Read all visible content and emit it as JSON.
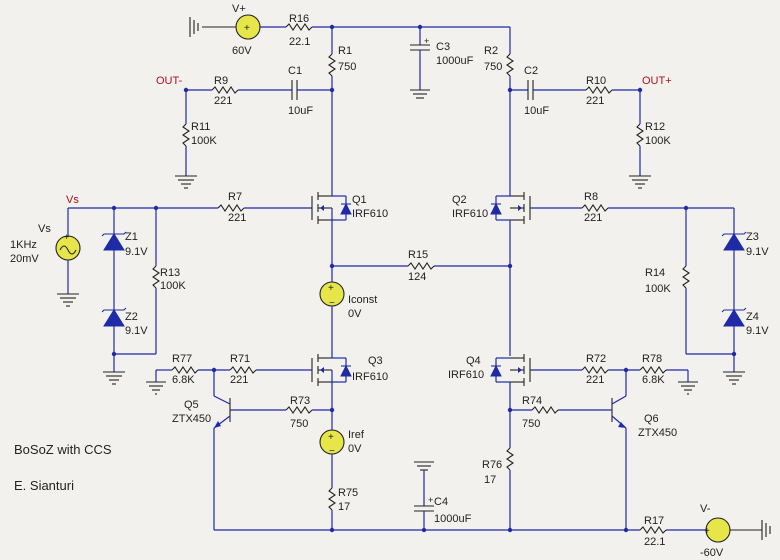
{
  "labels": {
    "vplus_name": "V+",
    "vplus_val": "60V",
    "vminus_name": "V-",
    "vminus_val": "-60V",
    "out_minus": "OUT-",
    "out_plus": "OUT+",
    "vs_net": "Vs",
    "vs_name": "Vs",
    "vs_freq": "1KHz",
    "vs_amp": "20mV",
    "r16_name": "R16",
    "r16_val": "22.1",
    "r1_name": "R1",
    "r1_val": "750",
    "r2_name": "R2",
    "r2_val": "750",
    "c3_name": "C3",
    "c3_val": "1000uF",
    "c1_name": "C1",
    "c1_val": "10uF",
    "c2_name": "C2",
    "c2_val": "10uF",
    "r9_name": "R9",
    "r9_val": "221",
    "r10_name": "R10",
    "r10_val": "221",
    "r11_name": "R11",
    "r11_val": "100K",
    "r12_name": "R12",
    "r12_val": "100K",
    "r7_name": "R7",
    "r7_val": "221",
    "r8_name": "R8",
    "r8_val": "221",
    "q1_name": "Q1",
    "q1_val": "IRF610",
    "q2_name": "Q2",
    "q2_val": "IRF610",
    "q3_name": "Q3",
    "q3_val": "IRF610",
    "q4_name": "Q4",
    "q4_val": "IRF610",
    "z1_name": "Z1",
    "z1_val": "9.1V",
    "z2_name": "Z2",
    "z2_val": "9.1V",
    "z3_name": "Z3",
    "z3_val": "9.1V",
    "z4_name": "Z4",
    "z4_val": "9.1V",
    "r13_name": "R13",
    "r13_val": "100K",
    "r14_name": "R14",
    "r14_val": "100K",
    "r15_name": "R15",
    "r15_val": "124",
    "iconst_name": "Iconst",
    "iconst_val": "0V",
    "iref_name": "Iref",
    "iref_val": "0V",
    "r77_name": "R77",
    "r77_val": "6.8K",
    "r71_name": "R71",
    "r71_val": "221",
    "r72_name": "R72",
    "r72_val": "221",
    "r78_name": "R78",
    "r78_val": "6.8K",
    "q5_name": "Q5",
    "q5_val": "ZTX450",
    "q6_name": "Q6",
    "q6_val": "ZTX450",
    "r73_name": "R73",
    "r73_val": "750",
    "r74_name": "R74",
    "r74_val": "750",
    "r75_name": "R75",
    "r75_val": "17",
    "r76_name": "R76",
    "r76_val": "17",
    "c4_name": "C4",
    "c4_val": "1000uF",
    "r17_name": "R17",
    "r17_val": "22.1"
  },
  "notes": {
    "title": "BoSoZ with CCS",
    "author": "E. Sianturi"
  }
}
